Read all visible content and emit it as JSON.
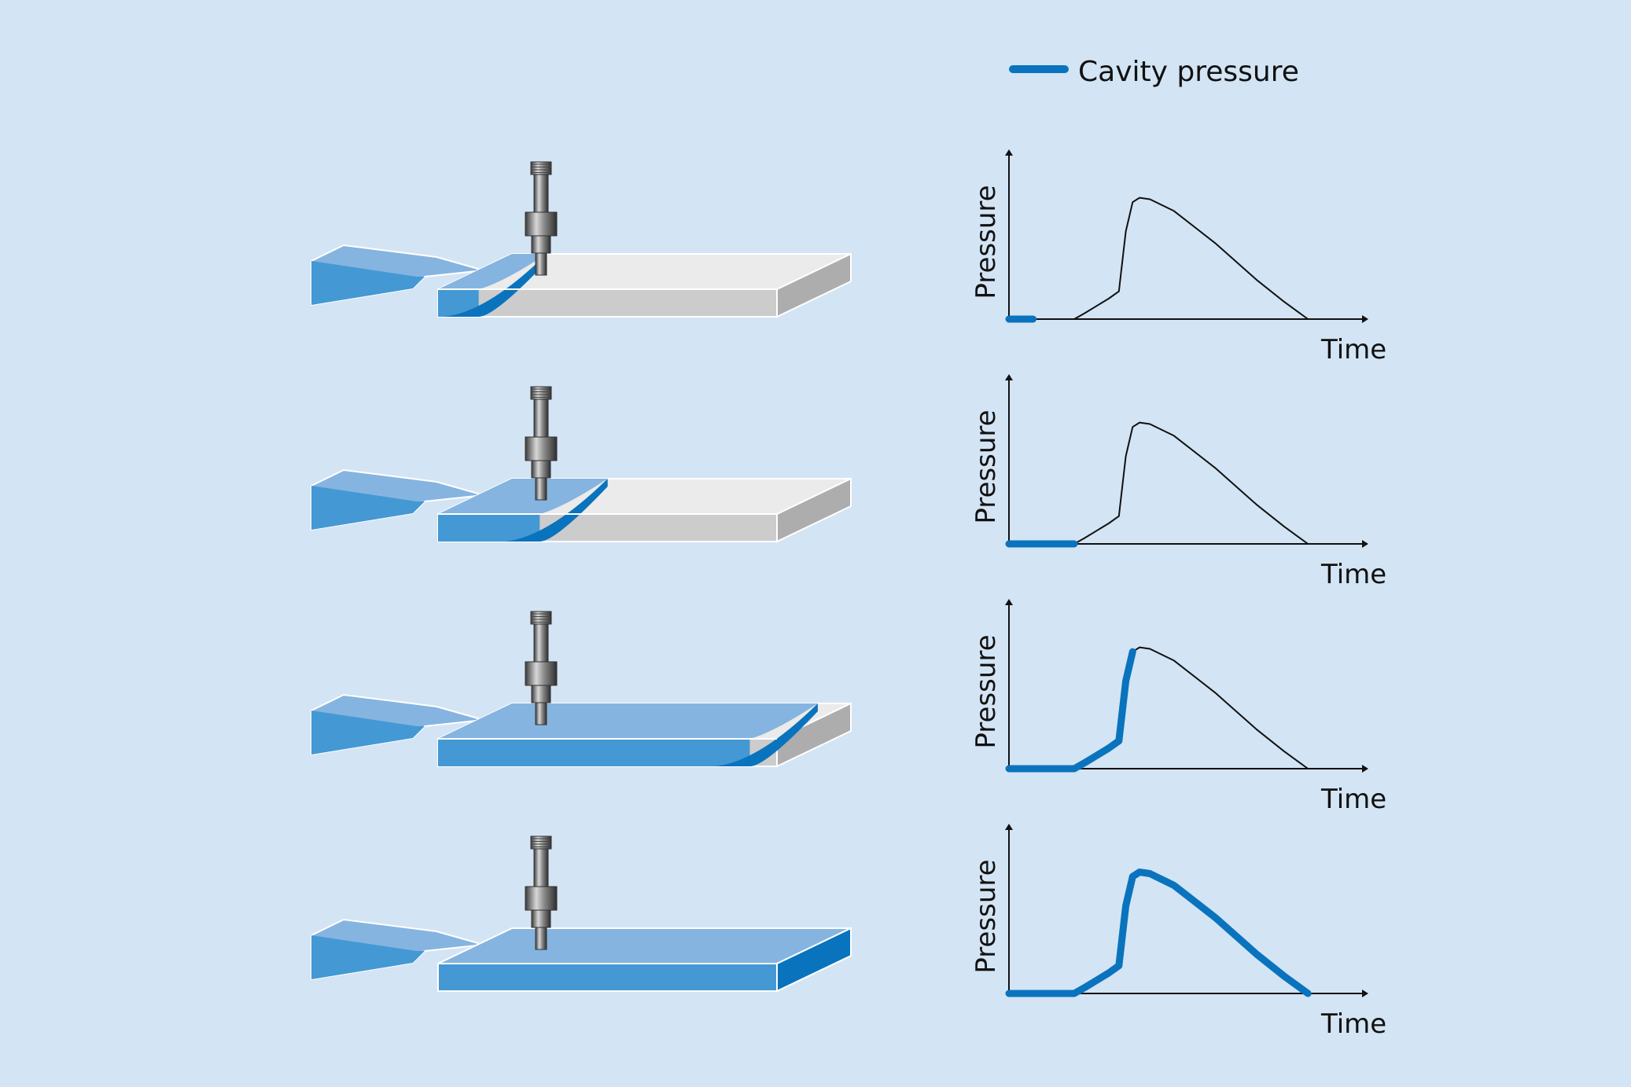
{
  "legend": {
    "label": "Cavity pressure"
  },
  "axis": {
    "ylabel": "Pressure",
    "xlabel": "Time"
  },
  "colors": {
    "background": "#d3e4f4",
    "cavity_pressure": "#0a73bd",
    "melt_light": "#86b4e0",
    "melt_mid": "#4499d4",
    "melt_dark": "#0a73bd",
    "mold_top": "#ebebeb",
    "mold_front": "#cccccc",
    "mold_side": "#adadad"
  },
  "stages": [
    {
      "fill_fraction": 0.12,
      "highlighted_fraction": 0.0
    },
    {
      "fill_fraction": 0.3,
      "highlighted_fraction": 0.2
    },
    {
      "fill_fraction": 0.92,
      "highlighted_fraction": 0.36
    },
    {
      "fill_fraction": 1.0,
      "highlighted_fraction": 1.0
    }
  ]
}
